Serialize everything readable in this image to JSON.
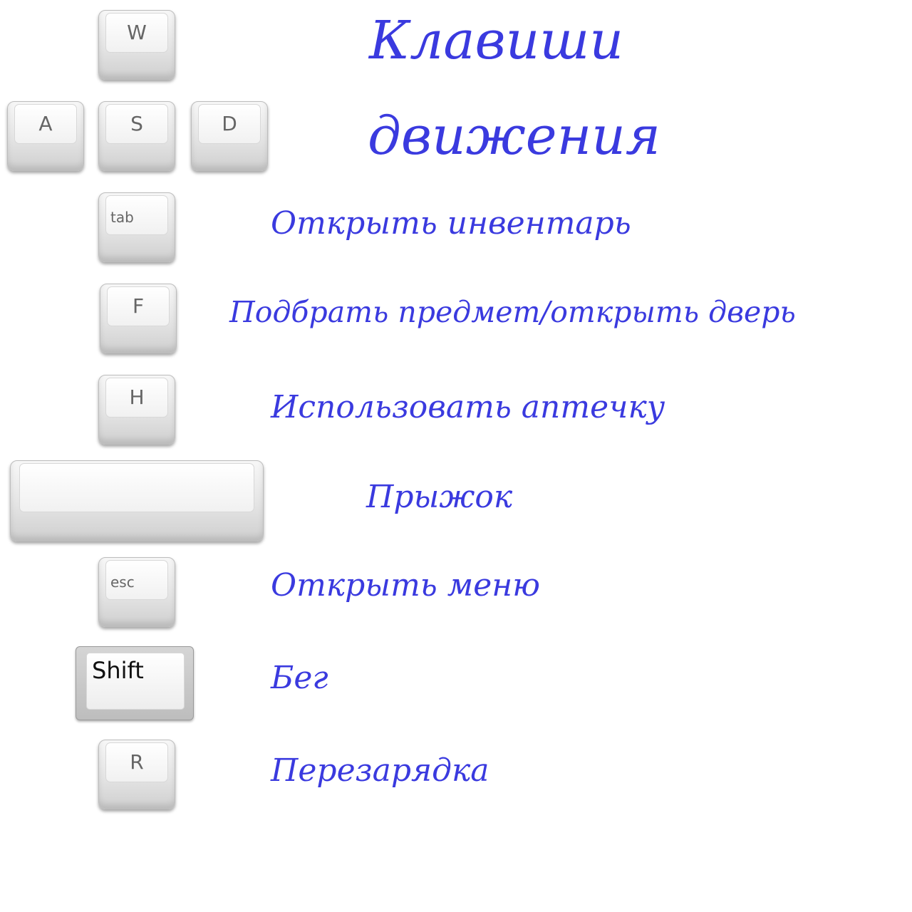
{
  "title": {
    "line1": "Клавиши",
    "line2": "движения"
  },
  "keys": {
    "w": "W",
    "a": "A",
    "s": "S",
    "d": "D",
    "tab": "tab",
    "f": "F",
    "h": "H",
    "space": "",
    "esc": "esc",
    "shift": "Shift",
    "r": "R"
  },
  "actions": {
    "tab": "Открыть инвентарь",
    "f": "Подбрать предмет/открыть дверь",
    "h": "Использовать аптечку",
    "space": "Прыжок",
    "esc": "Открыть меню",
    "shift": "Бег",
    "r": "Перезарядка"
  },
  "colors": {
    "text": "#3a3adf"
  }
}
